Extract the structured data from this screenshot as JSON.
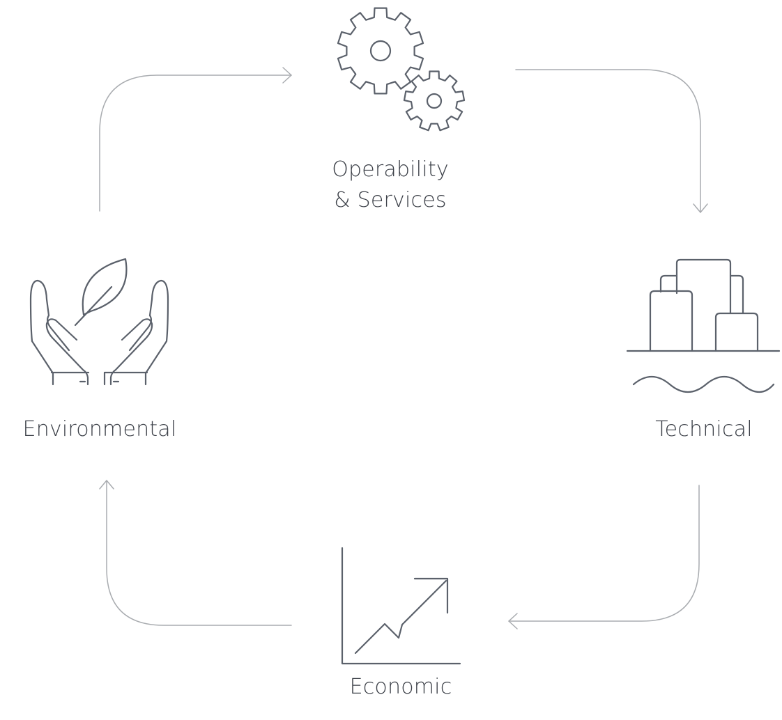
{
  "colors": {
    "icon": "#5b616b",
    "arrow": "#a9acb0",
    "text": "#3c4048",
    "background": "#ffffff"
  },
  "nodes": {
    "operability": {
      "label_line1": "Operability",
      "label_line2": "& Services",
      "icon": "gears-icon"
    },
    "technical": {
      "label": "Technical",
      "icon": "factory-icon"
    },
    "economic": {
      "label": "Economic",
      "icon": "growth-chart-icon"
    },
    "environmental": {
      "label": "Environmental",
      "icon": "hands-leaf-icon"
    }
  },
  "cycle_direction": "clockwise"
}
